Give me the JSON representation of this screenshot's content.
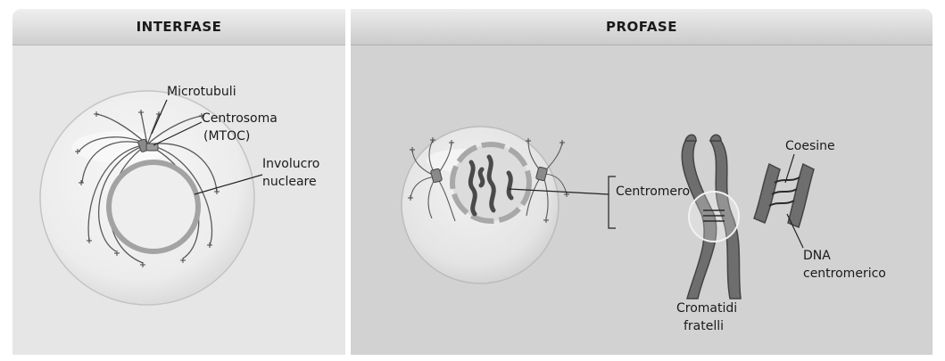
{
  "panels": {
    "left": {
      "title": "INTERFASE",
      "labels": {
        "microtubuli": "Microtubuli",
        "centrosoma": "Centrosoma",
        "mtoc": "(MTOC)",
        "involucro": "Involucro",
        "nucleare": "nucleare"
      }
    },
    "right": {
      "title": "PROFASE",
      "labels": {
        "centromero": "Centromero",
        "coesine": "Coesine",
        "dna": "DNA",
        "centromerico": "centromerico",
        "cromatidi": "Cromatidi",
        "fratelli": "fratelli"
      }
    }
  },
  "colors": {
    "chromatid": "#6e6e6e",
    "chromatid_dark": "#4f4f4f",
    "nuclear_envelope": "#a0a0a0",
    "cell_fill": "#efefef"
  }
}
